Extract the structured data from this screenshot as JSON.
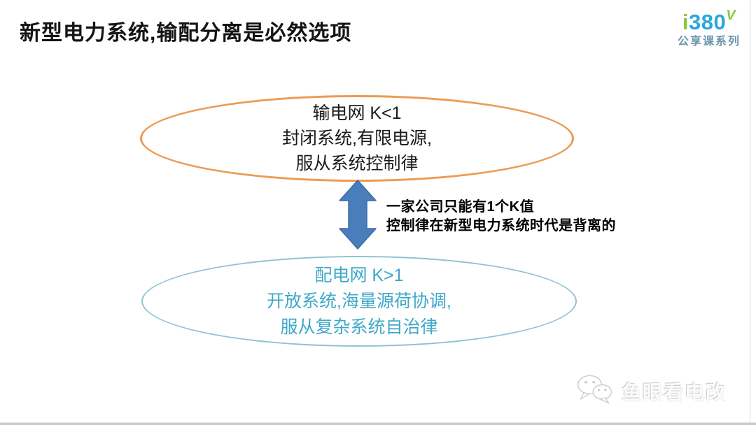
{
  "slide": {
    "title": "新型电力系统,输配分离是必然选项"
  },
  "logo": {
    "prefix": "i",
    "number": "380",
    "suffix": "V",
    "subtitle": "公享课系列",
    "colors": {
      "green": "#8CC63F",
      "blue": "#29A8DF",
      "subtitle": "#6E95AD"
    }
  },
  "top_ellipse": {
    "lines": {
      "0": "输电网 K<1",
      "1": "封闭系统,有限电源,",
      "2": "服从系统控制律"
    },
    "border_color": "#EC9B53",
    "text_color": "#1B1B1B"
  },
  "arrow": {
    "type": "double-headed-vertical-arrow",
    "color": "#4A7EBB"
  },
  "annotation": {
    "lines": {
      "0": "一家公司只能有1个K值",
      "1": "控制律在新型电力系统时代是背离的"
    }
  },
  "bottom_ellipse": {
    "lines": {
      "0": "配电网 K>1",
      "1": "开放系统,海量源荷协调,",
      "2": "服从复杂系统自治律"
    },
    "border_color": "#8FC2D2",
    "text_color": "#3FA8C8"
  },
  "watermark": {
    "icon": "wechat-icon",
    "text": "鱼眼看电改"
  }
}
